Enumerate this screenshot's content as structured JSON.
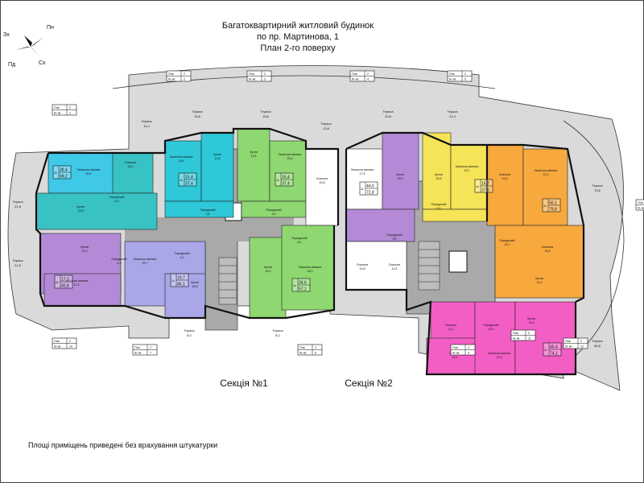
{
  "title": {
    "line1": "Багатоквартирний житловий будинок",
    "line2": "по пр. Мартинова, 1",
    "line3": "План 2-го поверху"
  },
  "compass": {
    "n": "Пн",
    "w": "Зх",
    "s": "Пд",
    "e": "Сх"
  },
  "sections": {
    "s1": "Секція №1",
    "s2": "Секція №2"
  },
  "note": "Площі приміщень приведені без врахування штукатурки",
  "tag_labels": {
    "floor": "Пов.",
    "apt": "№ кв."
  },
  "tags": [
    {
      "floor": "2",
      "apt": "1"
    },
    {
      "floor": "2",
      "apt": "2"
    },
    {
      "floor": "2",
      "apt": "3"
    },
    {
      "floor": "2",
      "apt": "4"
    },
    {
      "floor": "2",
      "apt": "5"
    },
    {
      "floor": "2",
      "apt": "6"
    },
    {
      "floor": "2",
      "apt": "7"
    },
    {
      "floor": "2",
      "apt": "8"
    },
    {
      "floor": "2",
      "apt": "9"
    },
    {
      "floor": "2",
      "apt": "10"
    },
    {
      "floor": "2",
      "apt": "11"
    },
    {
      "floor": "2",
      "apt": "12"
    }
  ],
  "colors": {
    "blue": "#3fc8e8",
    "violet": "#b48ad6",
    "lilac": "#a9a7e8",
    "green": "#8fd770",
    "yellow": "#f5e358",
    "orange": "#f7a93e",
    "pink": "#f35ec5",
    "teal": "#39c2c4",
    "cyan": "#2ec8d8",
    "terrace": "#d6d6d6",
    "core": "#a8a8a8",
    "walls": "#111111"
  },
  "terraces": [
    {
      "label": "Тераса",
      "area": "11,0"
    },
    {
      "label": "Тераса",
      "area": "15,6"
    },
    {
      "label": "Тераса",
      "area": "15,6"
    },
    {
      "label": "Тераса",
      "area": "13,8"
    },
    {
      "label": "Тераса",
      "area": "20,8"
    },
    {
      "label": "Тераса",
      "area": "21,4"
    },
    {
      "label": "Тераса",
      "area": "75,6"
    },
    {
      "label": "Тераса",
      "area": "21,8"
    },
    {
      "label": "Тераса",
      "area": "21,8"
    },
    {
      "label": "Тераса",
      "area": "8,2"
    },
    {
      "label": "Тераса",
      "area": "8,2"
    },
    {
      "label": "Тераса",
      "area": "55,8"
    }
  ],
  "rooms": [
    {
      "name": "Загальна кімната",
      "area": "20,3"
    },
    {
      "name": "Спальня",
      "area": "18,1"
    },
    {
      "name": "Кухня",
      "area": "14,8"
    },
    {
      "name": "Передпокій",
      "area": "4,5"
    },
    {
      "name": "Загальна кімната",
      "area": "15,4"
    },
    {
      "name": "Кухня",
      "area": "13,5"
    },
    {
      "name": "Кухня",
      "area": "13,5"
    },
    {
      "name": "Загальна кімната",
      "area": "15,4"
    },
    {
      "name": "Спальня",
      "area": "15,8"
    },
    {
      "name": "Передпокій",
      "area": "4,6"
    },
    {
      "name": "Передпокій",
      "area": "4,6"
    },
    {
      "name": "Загальна кімната",
      "area": "17,9"
    },
    {
      "name": "Кухня",
      "area": "15,0"
    },
    {
      "name": "Кухня",
      "area": "15,5"
    },
    {
      "name": "Загальна кімната",
      "area": "15,7"
    },
    {
      "name": "Спальня",
      "area": "13,9"
    },
    {
      "name": "Загальна кімната",
      "area": "21,3"
    },
    {
      "name": "Передпокій",
      "area": "9,5"
    },
    {
      "name": "Передпокій",
      "area": "5,2"
    },
    {
      "name": "Спальня",
      "area": "14,8"
    },
    {
      "name": "Спальня",
      "area": "11,5"
    },
    {
      "name": "Передпокій",
      "area": "10,7"
    },
    {
      "name": "Спальня",
      "area": "16,9"
    },
    {
      "name": "Кухня",
      "area": "12,1"
    },
    {
      "name": "Кухня",
      "area": "13,5"
    },
    {
      "name": "Передпокій",
      "area": "5,4"
    },
    {
      "name": "Загальна кімната",
      "area": "17,3"
    },
    {
      "name": "Загальна кімната",
      "area": "19,7"
    },
    {
      "name": "Передпокій",
      "area": "4,2"
    },
    {
      "name": "Кухня",
      "area": "16,9"
    },
    {
      "name": "Кухня",
      "area": "18,4"
    },
    {
      "name": "Передпокій",
      "area": "8,1"
    },
    {
      "name": "Загальна кімната",
      "area": "18,0"
    },
    {
      "name": "Спальня",
      "area": "12,1"
    },
    {
      "name": "Передпокій",
      "area": "10,0"
    },
    {
      "name": "Кухня",
      "area": "13,3"
    },
    {
      "name": "Спальня",
      "area": "15,4"
    },
    {
      "name": "Загальна кімната",
      "area": "17,5"
    }
  ],
  "apartments": [
    {
      "rooms": "2к",
      "living": "38,4",
      "total": "68,2"
    },
    {
      "rooms": "1к",
      "living": "15,4",
      "total": "37,4"
    },
    {
      "rooms": "1к",
      "living": "15,4",
      "total": "37,4"
    },
    {
      "rooms": "2к",
      "living": "44,6",
      "total": "72,8"
    },
    {
      "rooms": "1к",
      "living": "15,7",
      "total": "37,6"
    },
    {
      "rooms": "3к",
      "living": "50,1",
      "total": "79,8"
    },
    {
      "rooms": "2к",
      "living": "17,3",
      "total": "45,8"
    },
    {
      "rooms": "1к",
      "living": "19,7",
      "total": "45,1"
    },
    {
      "rooms": "1к",
      "living": "34,6",
      "total": "57,1"
    },
    {
      "rooms": "2к",
      "living": "45,4",
      "total": "74,1"
    }
  ]
}
